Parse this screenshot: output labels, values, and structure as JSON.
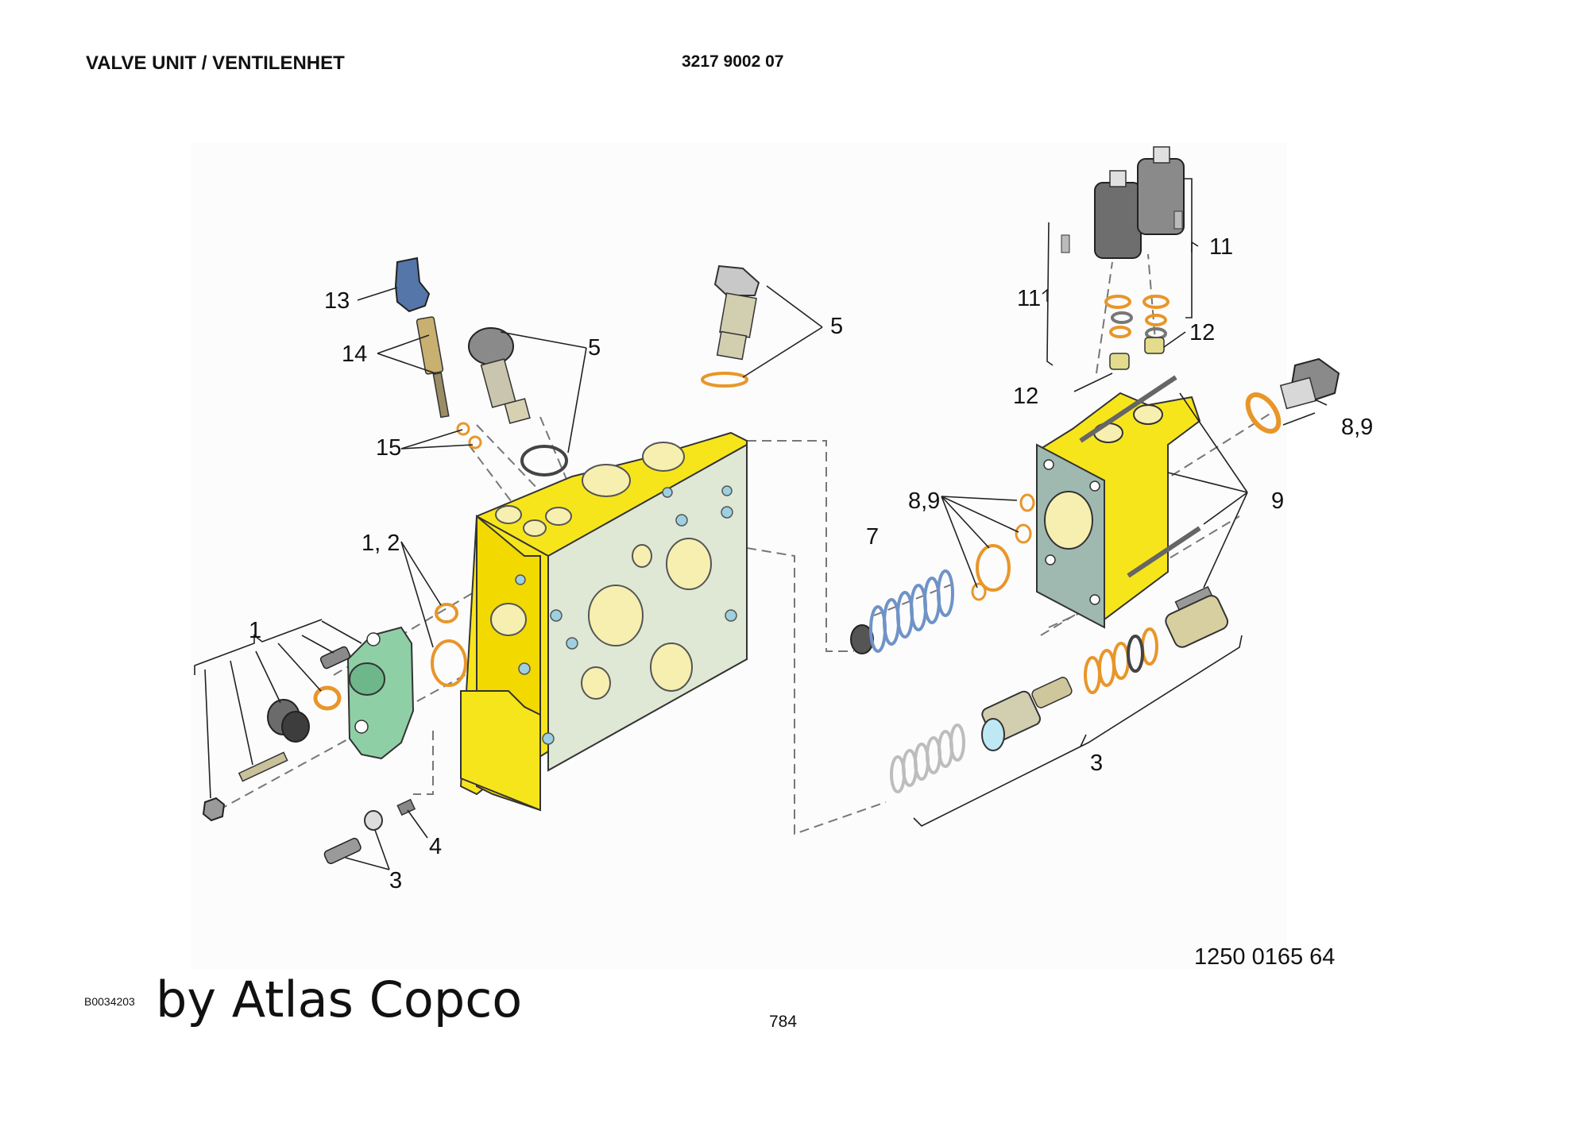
{
  "header": {
    "title": "VALVE UNIT / VENTILENHET",
    "document_number": "3217 9002 07"
  },
  "diagram": {
    "callouts": [
      {
        "id": "c13",
        "text": "13"
      },
      {
        "id": "c14",
        "text": "14"
      },
      {
        "id": "c15",
        "text": "15"
      },
      {
        "id": "c5a",
        "text": "5"
      },
      {
        "id": "c5b",
        "text": "5"
      },
      {
        "id": "c12a",
        "text": "1, 2"
      },
      {
        "id": "c1",
        "text": "1"
      },
      {
        "id": "c4",
        "text": "4"
      },
      {
        "id": "c3a",
        "text": "3"
      },
      {
        "id": "c7",
        "text": "7"
      },
      {
        "id": "c89a",
        "text": "8,9"
      },
      {
        "id": "c89b",
        "text": "8,9"
      },
      {
        "id": "c9",
        "text": "9"
      },
      {
        "id": "c11a",
        "text": "11"
      },
      {
        "id": "c11b",
        "text": "11"
      },
      {
        "id": "c12b",
        "text": "12"
      },
      {
        "id": "c12c",
        "text": "12"
      },
      {
        "id": "c3b",
        "text": "3"
      }
    ],
    "colors": {
      "housing_yellow": "#f7e51c",
      "housing_face": "#dfe8d5",
      "flange_green": "#8fcfa6",
      "spring_blue": "#6f93c8",
      "oring_orange": "#e8962a",
      "cap_blue": "#5576a8",
      "plate_teal": "#9fb9b0"
    }
  },
  "footer": {
    "drawing_number": "1250 0165 64",
    "image_code": "B0034203",
    "watermark": "by Atlas Copco",
    "page_number": "784"
  }
}
